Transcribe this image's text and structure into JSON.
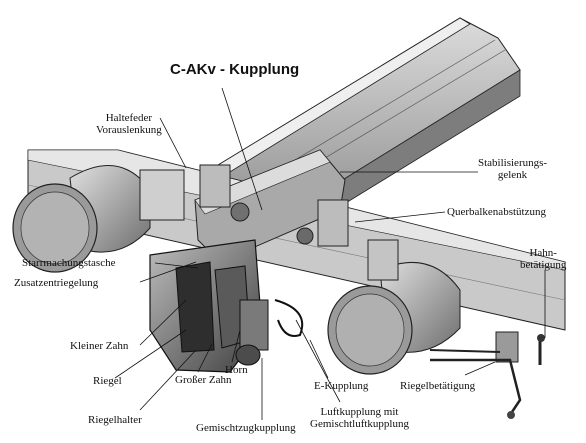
{
  "title": "C-AKv - Kupplung",
  "labels": {
    "haltefeder": "Haltefeder\nVorauslenkung",
    "stabilisierung": "Stabilisierungs-\ngelenk",
    "querbalken": "Querbalkenabstützung",
    "hahn": "Hahn-\nbetätigung",
    "starrmachung": "Starrmachungstasche",
    "zusatz": "Zusatzentriegelung",
    "kleiner_zahn": "Kleiner Zahn",
    "riegel": "Riegel",
    "riegelhalter": "Riegelhalter",
    "grosser_zahn": "Großer Zahn",
    "horn": "Horn",
    "gemischtzug": "Gemischtzugkupplung",
    "e_kupplung": "E-Kupplung",
    "luftkupplung": "Luftkupplung mit\nGemischtluftkupplung",
    "riegelbetaetigung": "Riegelbetätigung"
  },
  "colors": {
    "ink": "#1a1a1a",
    "mid": "#8a8a8a",
    "light": "#cfcfcf",
    "dark": "#4a4a4a"
  }
}
